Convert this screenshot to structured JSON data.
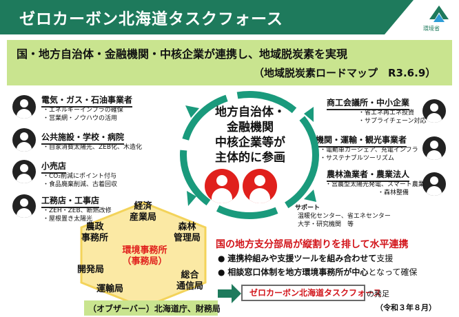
{
  "header": {
    "title": "ゼロカーボン北海道タスクフォース",
    "logo_text": "環境省"
  },
  "mission": {
    "text": "国・地方自治体・金融機関・中核企業が連携し、地域脱炭素を実現",
    "sub": "（地域脱炭素ロードマップ　R3.6.9）"
  },
  "left_groups": [
    {
      "title": "電気・ガス・石油事業者",
      "items": [
        "・エネルギーインフラの確保",
        "・営業網・ノウハウの活用"
      ]
    },
    {
      "title": "公共施設・学校・病院",
      "items": [
        "・自家消費太陽光、ZEB化、木造化"
      ]
    },
    {
      "title": "小売店",
      "items": [
        "・CO₂削減にポイント付与",
        "・食品廃棄削減、古着回収"
      ]
    },
    {
      "title": "工務店・工事店",
      "items": [
        "・ZEH・ZEB、断熱改修",
        "・屋根置き太陽光"
      ]
    }
  ],
  "right_groups": [
    {
      "title": "商工会議所・中小企業",
      "items": [
        "・省エネ再エネ投資",
        "・サプライチェーン対応"
      ]
    },
    {
      "title": "交通機関・運輸・観光事業者",
      "items": [
        "・電動車カーシェア、充電インフラ",
        "・サステナブルツーリズム"
      ]
    },
    {
      "title": "農林漁業者・農業法人",
      "items": [
        "・営農型太陽光発電、スマート農業",
        "・森林整備"
      ]
    }
  ],
  "center": {
    "lines": [
      "地方自治体・",
      "金融機関",
      "中核企業等が",
      "主体的に参画"
    ]
  },
  "support": {
    "title": "サポート",
    "lines": [
      "温暖化センター、省エネセンター",
      "大学・研究機関　等"
    ]
  },
  "offices": {
    "top": [
      "経済",
      "産業局"
    ],
    "upper_right": [
      "森林",
      "管理局"
    ],
    "upper_left": [
      "農政",
      "事務所"
    ],
    "left": [
      "開発局"
    ],
    "lower_left": [
      "運輸局"
    ],
    "lower_right": [
      "総合",
      "通信局"
    ],
    "center": [
      "環境事務所",
      "（事務局）"
    ]
  },
  "message": {
    "title": "国の地方支分部局が縦割りを排して水平連携",
    "bullet1_bold": "連携枠組みや支援ツールを組み合わせて",
    "bullet1_rest": "支援",
    "bullet2_bold": "相談窓口体制を地方環境事務所が中心",
    "bullet2_rest": "となって確保"
  },
  "launch": {
    "name": "ゼロカーボン北海道タスクフォース",
    "suffix": "の発足",
    "date": "（令和３年８月）"
  },
  "observer": {
    "text": "（オブザーバー）北海道庁、財務局"
  },
  "colors": {
    "header_green": "#1e7a5c",
    "light_green": "#c9e48f",
    "ring_teal": "#1a9a7c",
    "accent_red": "#d2141a",
    "hex_yellow": "#fbe9a4"
  }
}
